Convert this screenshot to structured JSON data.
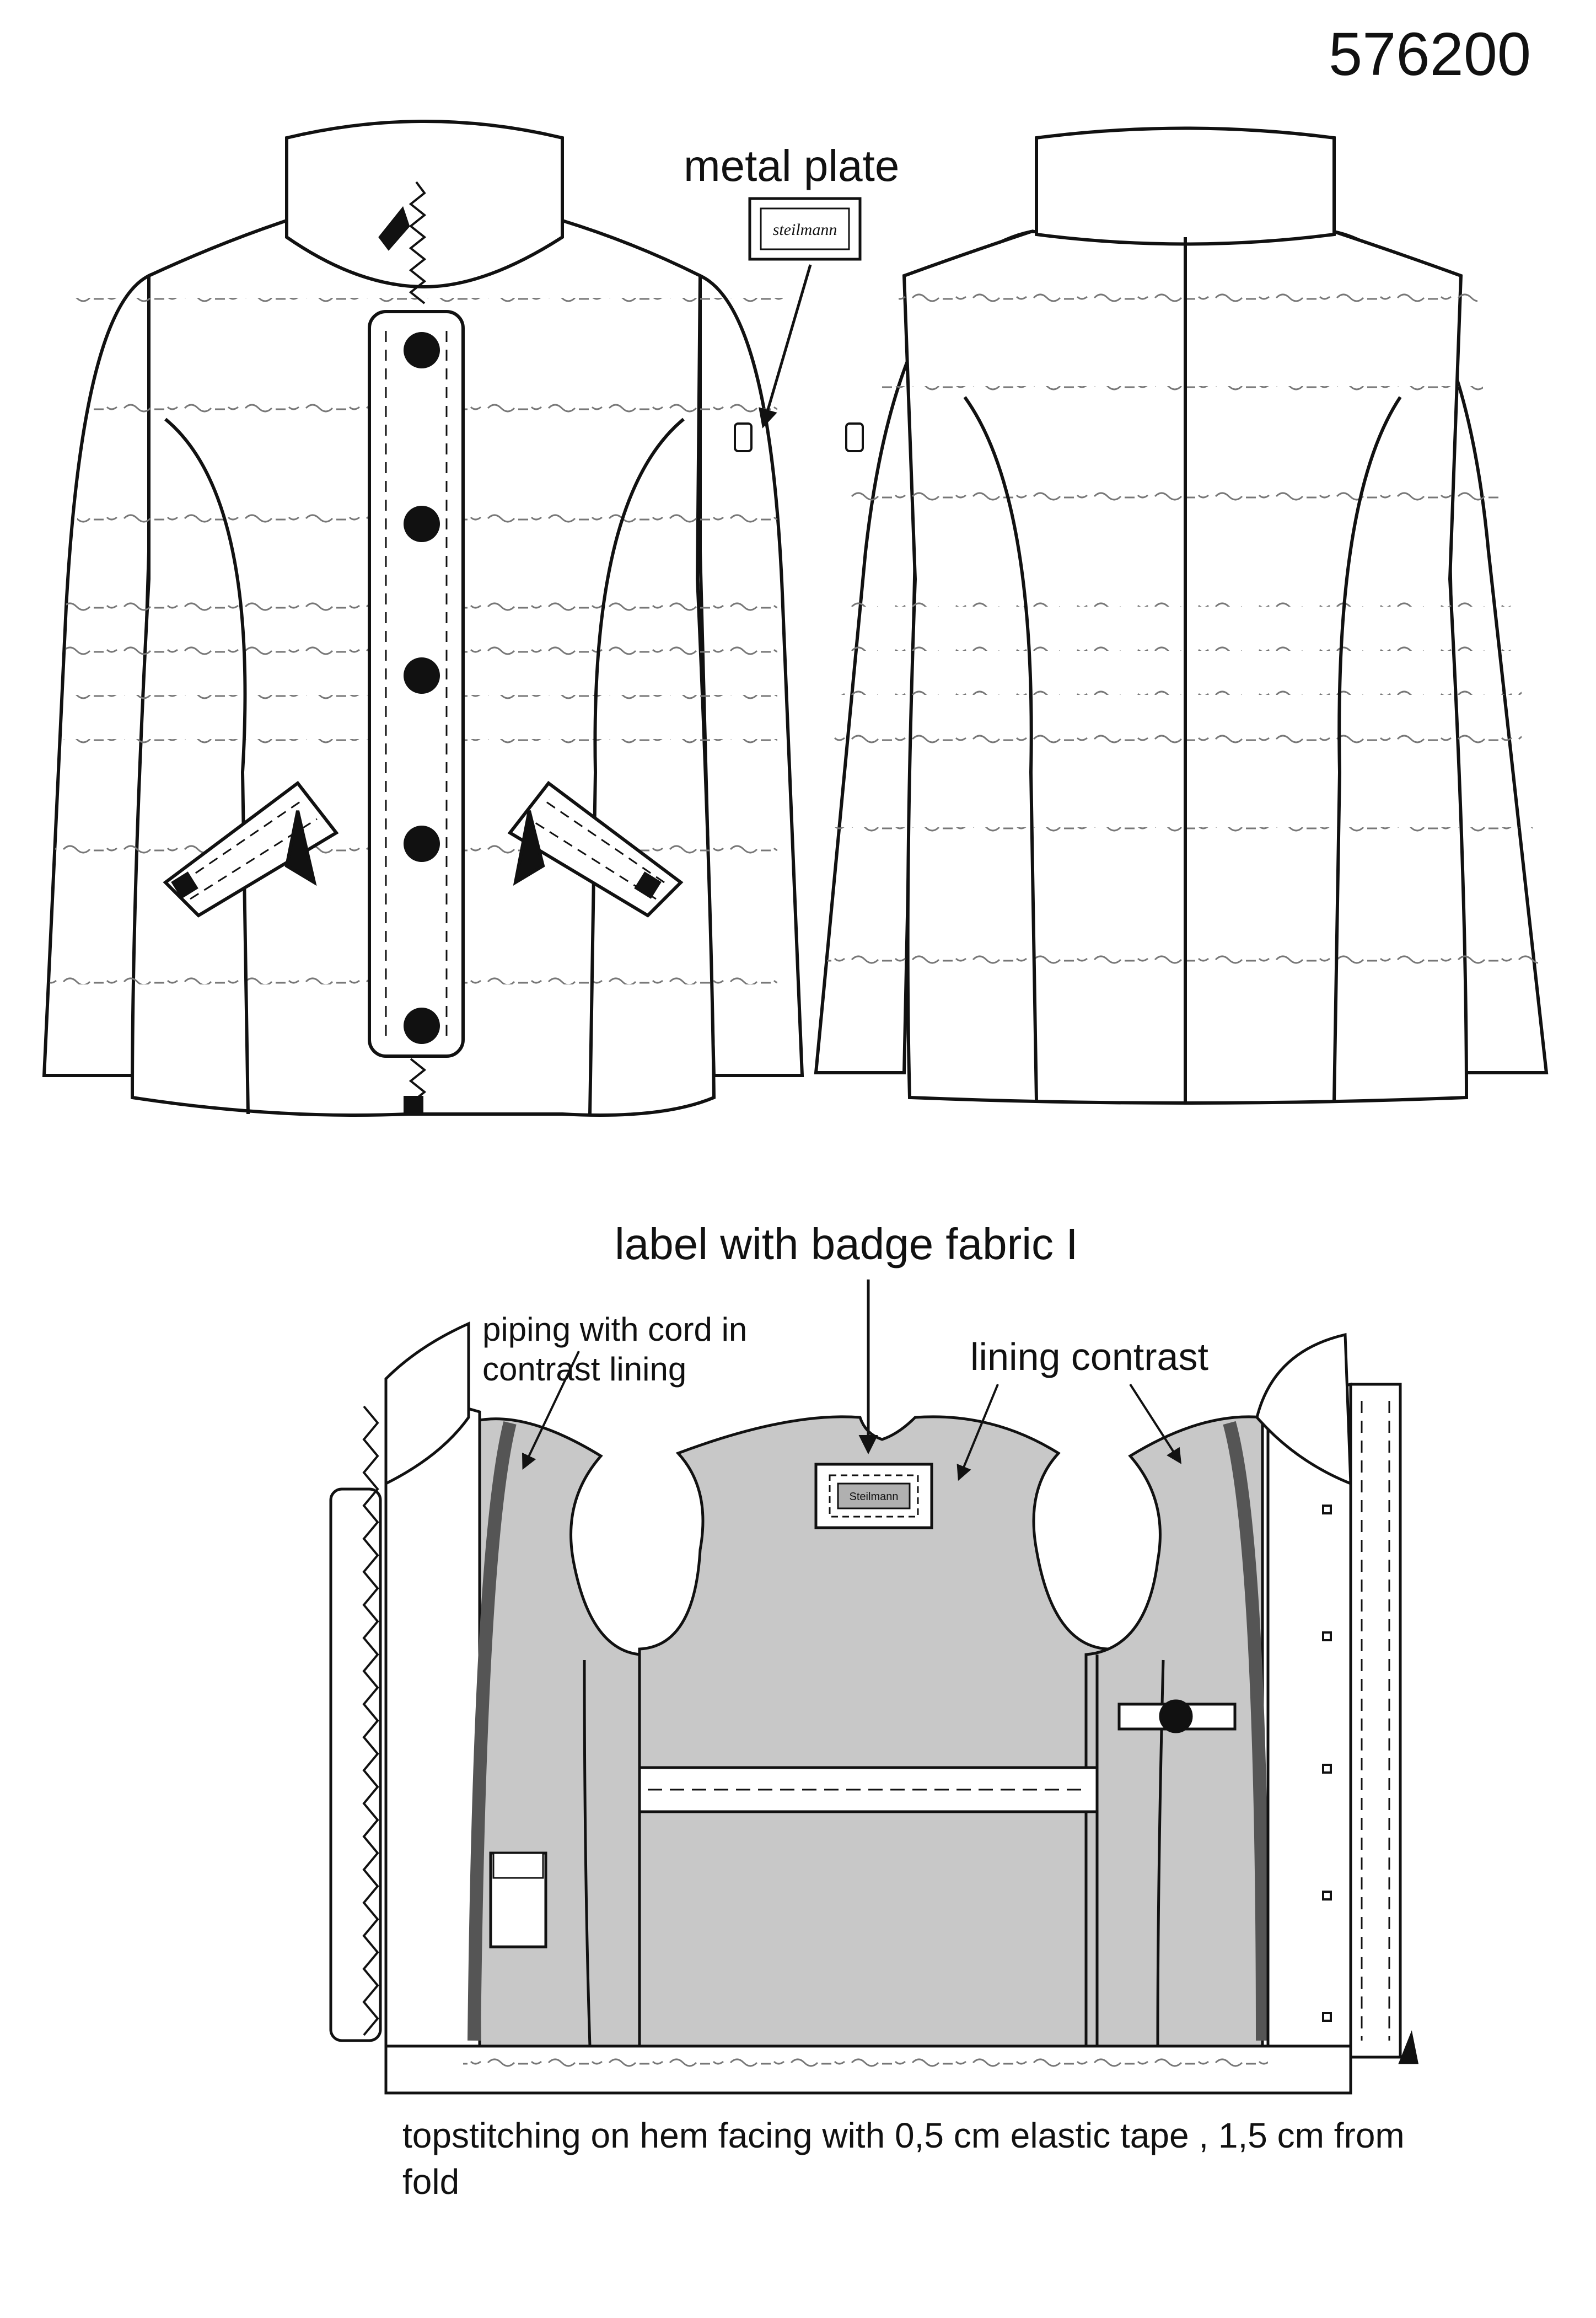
{
  "style_number": "576200",
  "callouts": {
    "metal_plate": "metal plate",
    "metal_plate_brand": "steilmann",
    "label_badge": "label with badge fabric I",
    "label_brand": "Steilmann",
    "piping": "piping with cord in contrast lining",
    "lining_contrast": "lining contrast",
    "hem_note": "topstitching on hem facing with 0,5 cm elastic tape , 1,5 cm from fold"
  },
  "views": [
    "front-view",
    "back-view",
    "inside-view"
  ],
  "colors": {
    "line": "#111111",
    "lining": "#c8c8c8",
    "piping": "#555555",
    "garment": "#ffffff"
  },
  "front_buttons_count": 5
}
